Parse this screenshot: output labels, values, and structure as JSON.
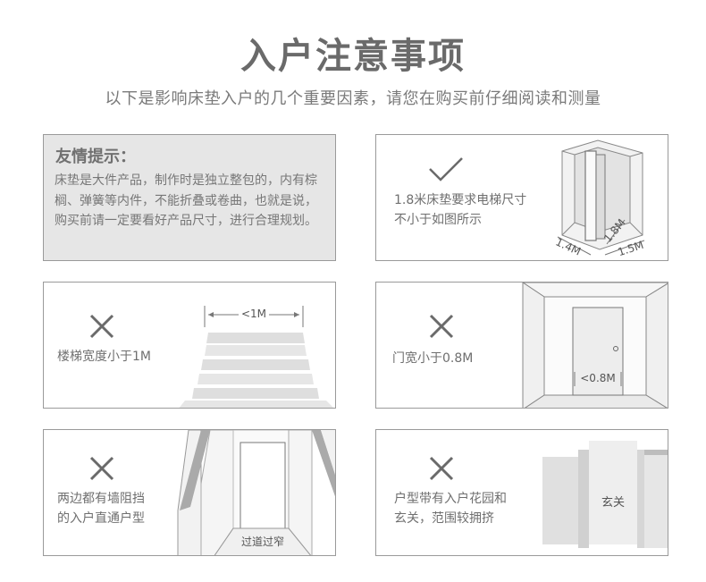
{
  "header": {
    "title": "入户注意事项",
    "subtitle": "以下是影响床垫入户的几个重要因素，请您在购买前仔细阅读和测量"
  },
  "tip": {
    "title": "友情提示：",
    "body": "床垫是大件产品，制作时是独立整包的，内有棕榈、弹簧等内件，不能折叠或卷曲，也就是说，购买前请一定要看好产品尺寸，进行合理规划。"
  },
  "elevator": {
    "text_line1": "1.8米床垫要求电梯尺寸",
    "text_line2": "不小于如图所示",
    "dim_depth": "1.4M",
    "dim_width": "1.5M",
    "dim_height": "1.8M",
    "icon": "check-icon"
  },
  "stairs": {
    "text": "楼梯宽度小于1M",
    "dim": "<1M",
    "icon": "cross-icon"
  },
  "door": {
    "text": "门宽小于0.8M",
    "dim": "<0.8M",
    "icon": "cross-icon"
  },
  "corridor": {
    "text_line1": "两边都有墙阻挡",
    "text_line2": "的入户直通户型",
    "label": "过道过窄",
    "icon": "cross-icon"
  },
  "garden": {
    "text_line1": "户型带有入户花园和",
    "text_line2": "玄关，范围较拥挤",
    "label": "玄关",
    "icon": "cross-icon"
  },
  "colors": {
    "border": "#9a9a9a",
    "tip_bg": "#e6e6e6",
    "text": "#6f6f6f",
    "title": "#6a6a6a"
  }
}
